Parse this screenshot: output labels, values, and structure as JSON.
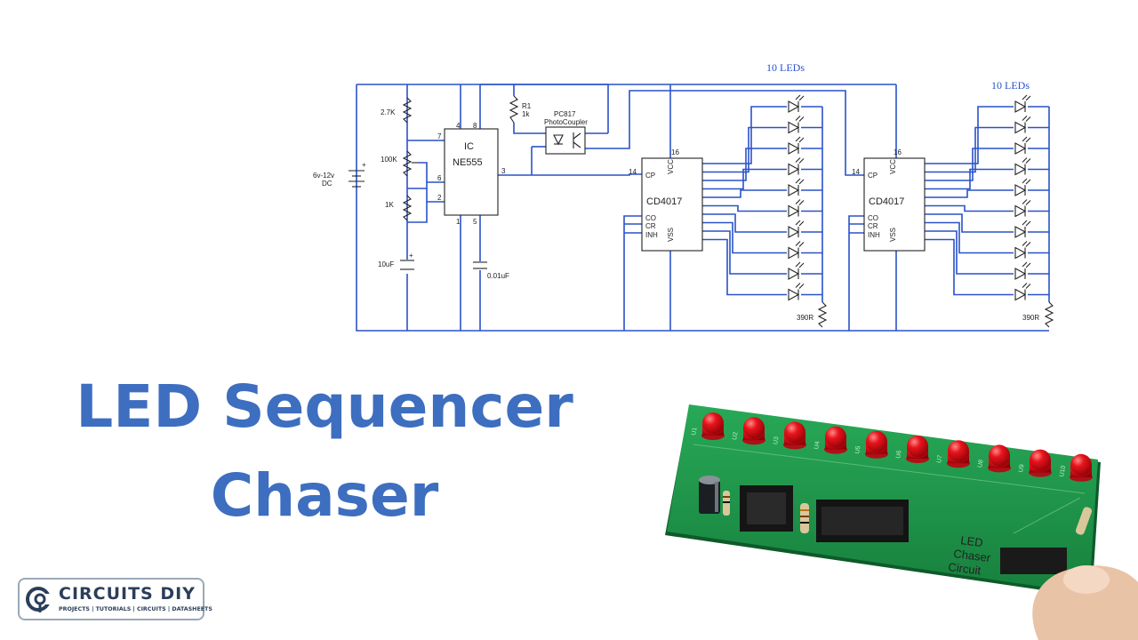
{
  "title": {
    "line1": "LED Sequencer",
    "line2": "Chaser"
  },
  "schematic": {
    "top_label": "10 LEDs",
    "right_label": "10 LEDs",
    "supply": "6v-12v",
    "supply_type": "DC",
    "r_27k": "2.7K",
    "pot_100k": "100K",
    "r_1k": "1K",
    "cap_10uf": "10uF",
    "cap_001uf": "0.01uF",
    "r1_name": "R1",
    "r1_value": "1k",
    "coupler_name": "PC817",
    "coupler_desc": "PhotoCoupler",
    "ic1_prefix": "IC",
    "ic1_name": "NE555",
    "counter1_name": "CD4017",
    "counter2_name": "CD4017",
    "r_390_1": "390R",
    "r_390_2": "390R",
    "pin_cp": "CP",
    "pin_vcc": "VCC",
    "pin_co": "CO",
    "pin_cr": "CR",
    "pin_inh": "INH",
    "pin_vss": "VSS"
  },
  "logo": {
    "name": "CIRCUITS DIY",
    "tagline": "PROJECTS | TUTORIALS | CIRCUITS | DATASHEETS"
  },
  "photo": {
    "board_text_1": "LED",
    "board_text_2": "Chaser",
    "board_text_3": "Circuit",
    "led_refs": [
      "U1",
      "U2",
      "U3",
      "U4",
      "U5",
      "U6",
      "U7",
      "U8",
      "U9",
      "U10"
    ]
  },
  "colors": {
    "title": "#3d6ebf",
    "wire": "#2a52c9",
    "pcb": "#1e9a4a",
    "led": "#e8141c"
  }
}
